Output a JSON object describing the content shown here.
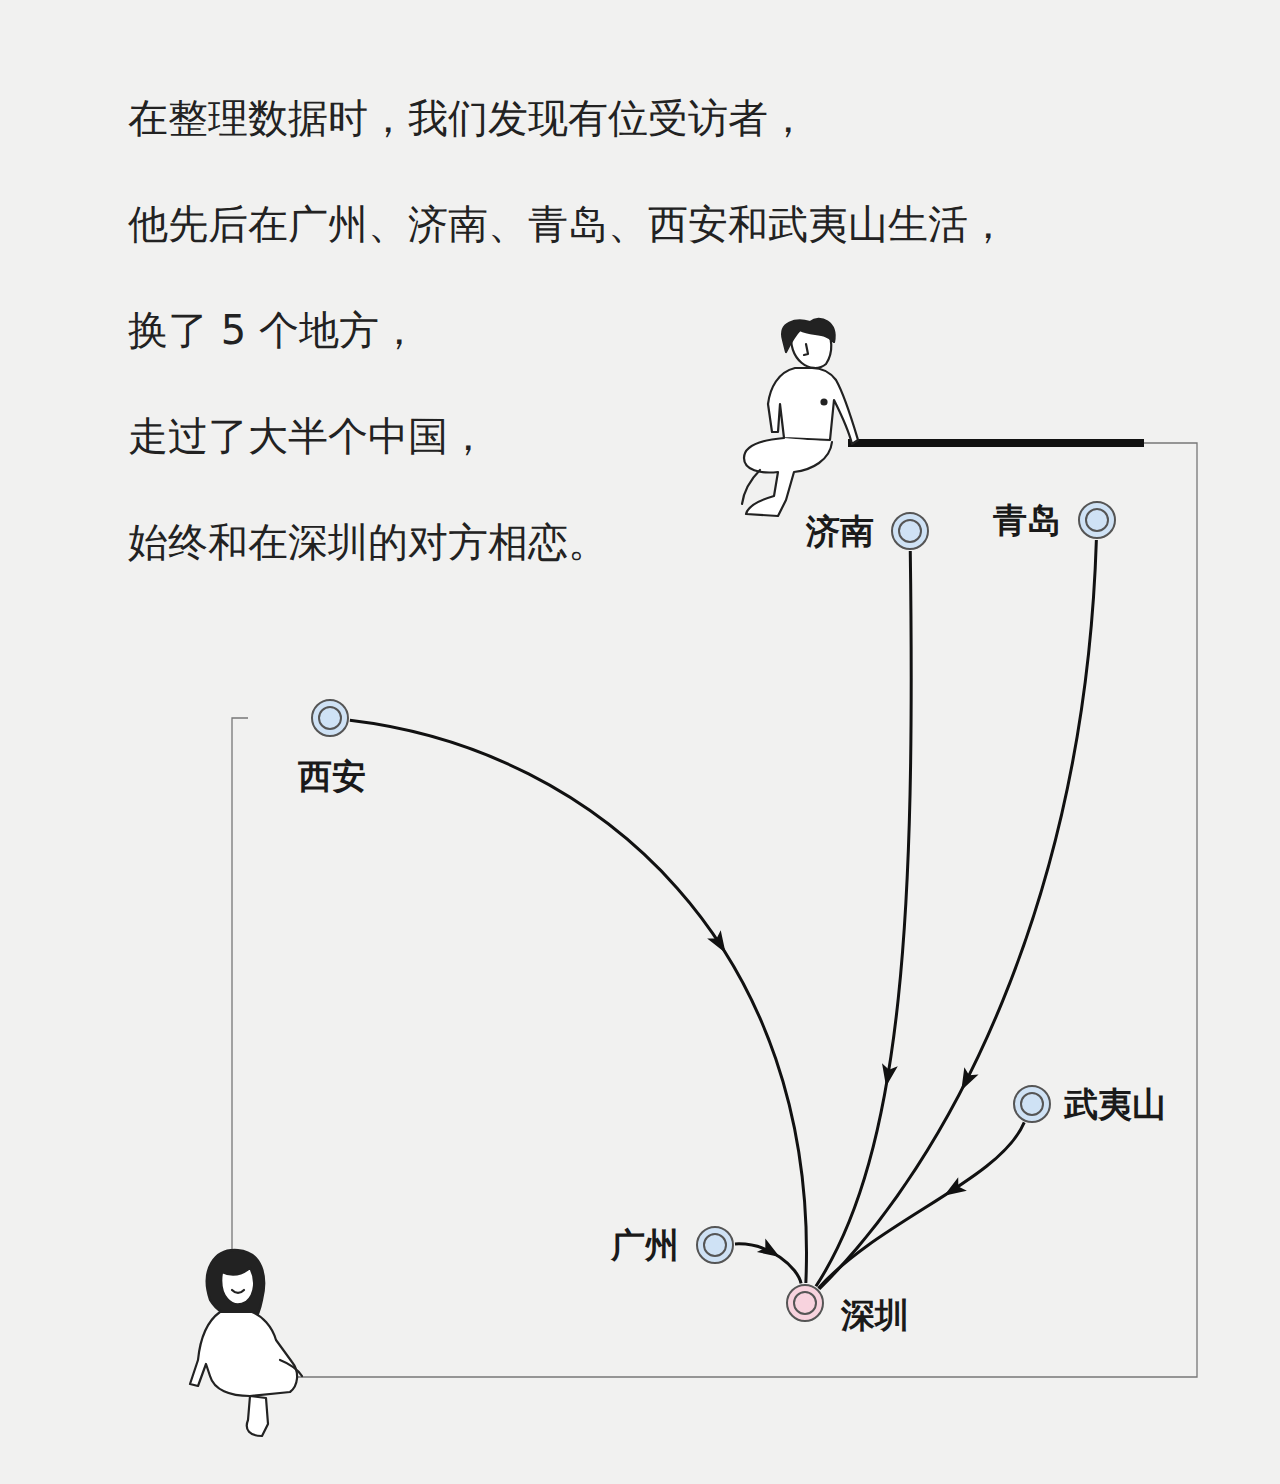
{
  "diagram": {
    "nodes": [
      {
        "text": [
          "济南"
        ]
      },
      {
        "text": [
          "青岛"
        ]
      },
      {
        "text": [
          "西安"
        ]
      },
      {
        "text": [
          "武夷山"
        ]
      },
      {
        "text": [
          "广州"
        ]
      },
      {
        "text": [
          "深圳"
        ]
      }
    ],
    "edges": [
      {
        "from": 2,
        "to": 5,
        "arrow": "to"
      },
      {
        "from": 0,
        "to": 5,
        "arrow": "to"
      },
      {
        "from": 1,
        "to": 5,
        "arrow": "to"
      },
      {
        "from": 3,
        "to": 5,
        "arrow": "to"
      },
      {
        "from": 4,
        "to": 5,
        "arrow": "to"
      }
    ],
    "labels": [
      "在整理数据时，我们发现有位受访者，",
      "他先后在广州、济南、青岛、西安和武夷山生活，",
      "换了 5 个地方，",
      "走过了大半个中国，",
      "始终和在深圳的对方相恋。"
    ]
  }
}
